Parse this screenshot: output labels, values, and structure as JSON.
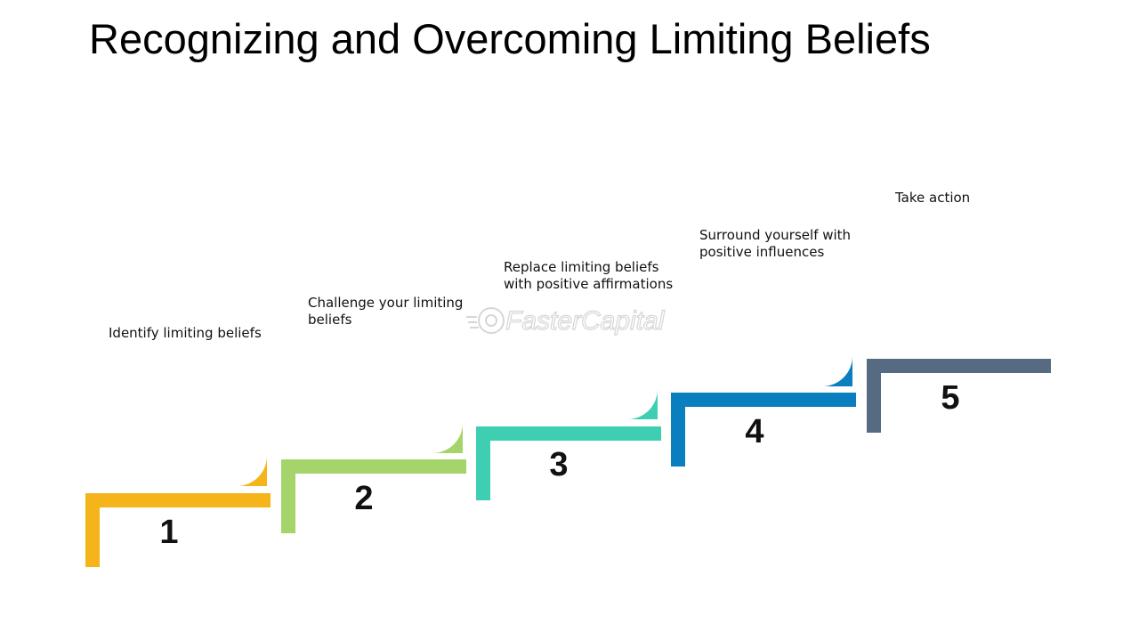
{
  "title": "Recognizing and Overcoming Limiting Beliefs",
  "watermark": "FasterCapital",
  "steps": [
    {
      "number": "1",
      "label": "Identify limiting beliefs",
      "color": "#F4B41A"
    },
    {
      "number": "2",
      "label": "Challenge your limiting\nbeliefs",
      "color": "#A5D46A"
    },
    {
      "number": "3",
      "label": "Replace limiting beliefs\nwith positive affirmations",
      "color": "#3ECFB2"
    },
    {
      "number": "4",
      "label": "Surround yourself with\npositive influences",
      "color": "#0A7FBF"
    },
    {
      "number": "5",
      "label": "Take action",
      "color": "#566A82"
    }
  ]
}
